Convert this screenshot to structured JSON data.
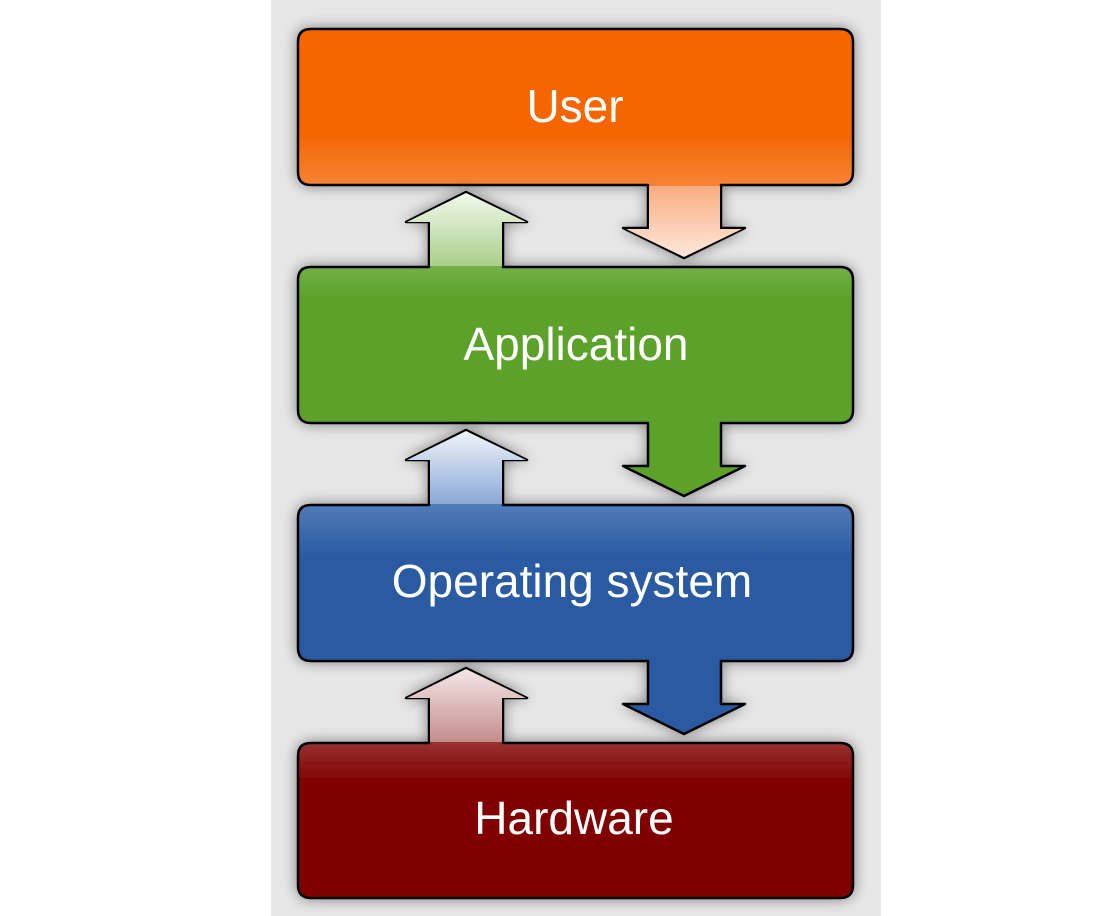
{
  "diagram": {
    "layers": [
      {
        "label": "User",
        "color": "#f56500"
      },
      {
        "label": "Application",
        "color": "#5ba229"
      },
      {
        "label": "Operating system",
        "color": "#2a5aa2"
      },
      {
        "label": "Hardware",
        "color": "#800000"
      }
    ]
  }
}
